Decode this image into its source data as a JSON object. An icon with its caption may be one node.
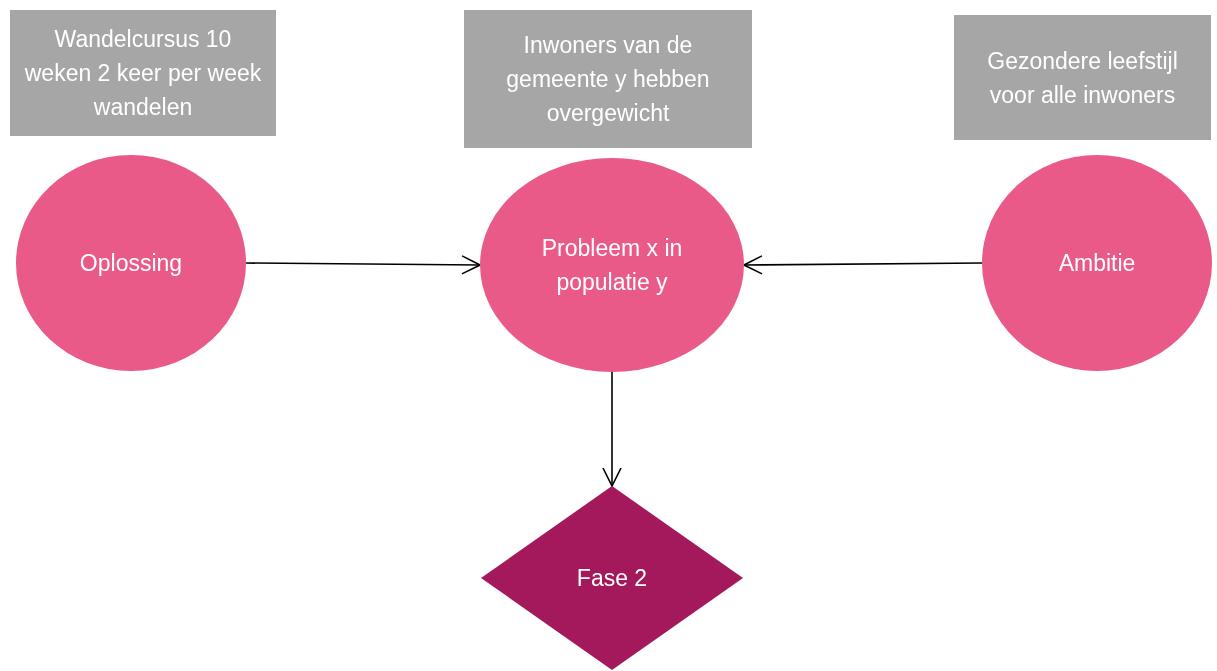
{
  "diagram": {
    "nodes": [
      {
        "text": [
          "Wandelcursus 10 weken 2 keer per week wandelen"
        ]
      },
      {
        "text": [
          "Inwoners van de gemeente y hebben overgewicht"
        ]
      },
      {
        "text": [
          "Gezondere leefstijl voor alle inwoners"
        ]
      },
      {
        "text": [
          "Oplossing"
        ]
      },
      {
        "text": [
          "Probleem x in populatie y"
        ]
      },
      {
        "text": [
          "Ambitie"
        ]
      },
      {
        "text": [
          "Fase 2"
        ]
      }
    ],
    "edges": [
      {
        "from": 3,
        "to": 4,
        "arrow": "to"
      },
      {
        "from": 5,
        "to": 4,
        "arrow": "to"
      },
      {
        "from": 4,
        "to": 6,
        "arrow": "to"
      }
    ]
  }
}
